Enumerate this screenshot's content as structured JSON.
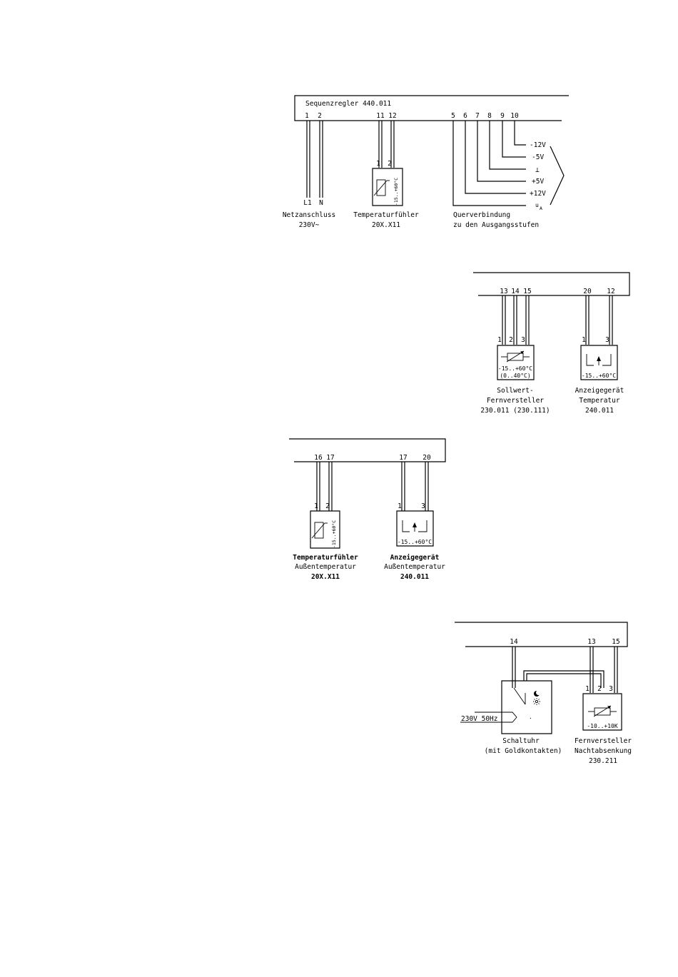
{
  "diagram1": {
    "title": "Sequenzregler 440.011",
    "terminals": [
      "1",
      "2",
      "11",
      "12",
      "5",
      "6",
      "7",
      "8",
      "9",
      "10"
    ],
    "mains": {
      "l1": "L1",
      "n": "N",
      "label": "Netzanschluss",
      "voltage": "230V~"
    },
    "sensor": {
      "pins": [
        "1",
        "2"
      ],
      "range": "-15..+60°C",
      "label": "Temperaturfühler",
      "model": "20X.X11"
    },
    "outputs": [
      "-12V",
      "-5V",
      "⊥",
      "+5V",
      "+12V",
      "u"
    ],
    "output_sub": "A",
    "output_label_1": "Querverbindung",
    "output_label_2": "zu den Ausgangsstufen"
  },
  "diagram2": {
    "terminals": [
      "13",
      "14",
      "15",
      "20",
      "12"
    ],
    "setpoint": {
      "pins": [
        "1",
        "2",
        "3"
      ],
      "range_1": "-15..+60°C",
      "range_2": "(0..40°C)",
      "label_1": "Sollwert-",
      "label_2": "Fernversteller",
      "model": "230.011 (230.111)"
    },
    "display": {
      "pins": [
        "1",
        "3"
      ],
      "range": "-15..+60°C",
      "label_1": "Anzeigegerät",
      "label_2": "Temperatur",
      "model": "240.011"
    }
  },
  "diagram3": {
    "terminals": [
      "16",
      "17",
      "17",
      "20"
    ],
    "sensor": {
      "pins": [
        "1",
        "2"
      ],
      "range": "-15..+60°C",
      "label_1": "Temperaturfühler",
      "label_2": "Außentemperatur",
      "model": "20X.X11"
    },
    "display": {
      "pins": [
        "1",
        "3"
      ],
      "range": "-15..+60°C",
      "label_1": "Anzeigegerät",
      "label_2": "Außentemperatur",
      "model": "240.011"
    }
  },
  "diagram4": {
    "terminals": [
      "14",
      "13",
      "15"
    ],
    "clock": {
      "supply": "230V 50Hz",
      "label_1": "Schaltuhr",
      "label_2": "(mit Goldkontakten)"
    },
    "remote": {
      "pins": [
        "1",
        "2",
        "3"
      ],
      "range": "-10..+10K",
      "label_1": "Fernversteller",
      "label_2": "Nachtabsenkung",
      "model": "230.211"
    }
  }
}
